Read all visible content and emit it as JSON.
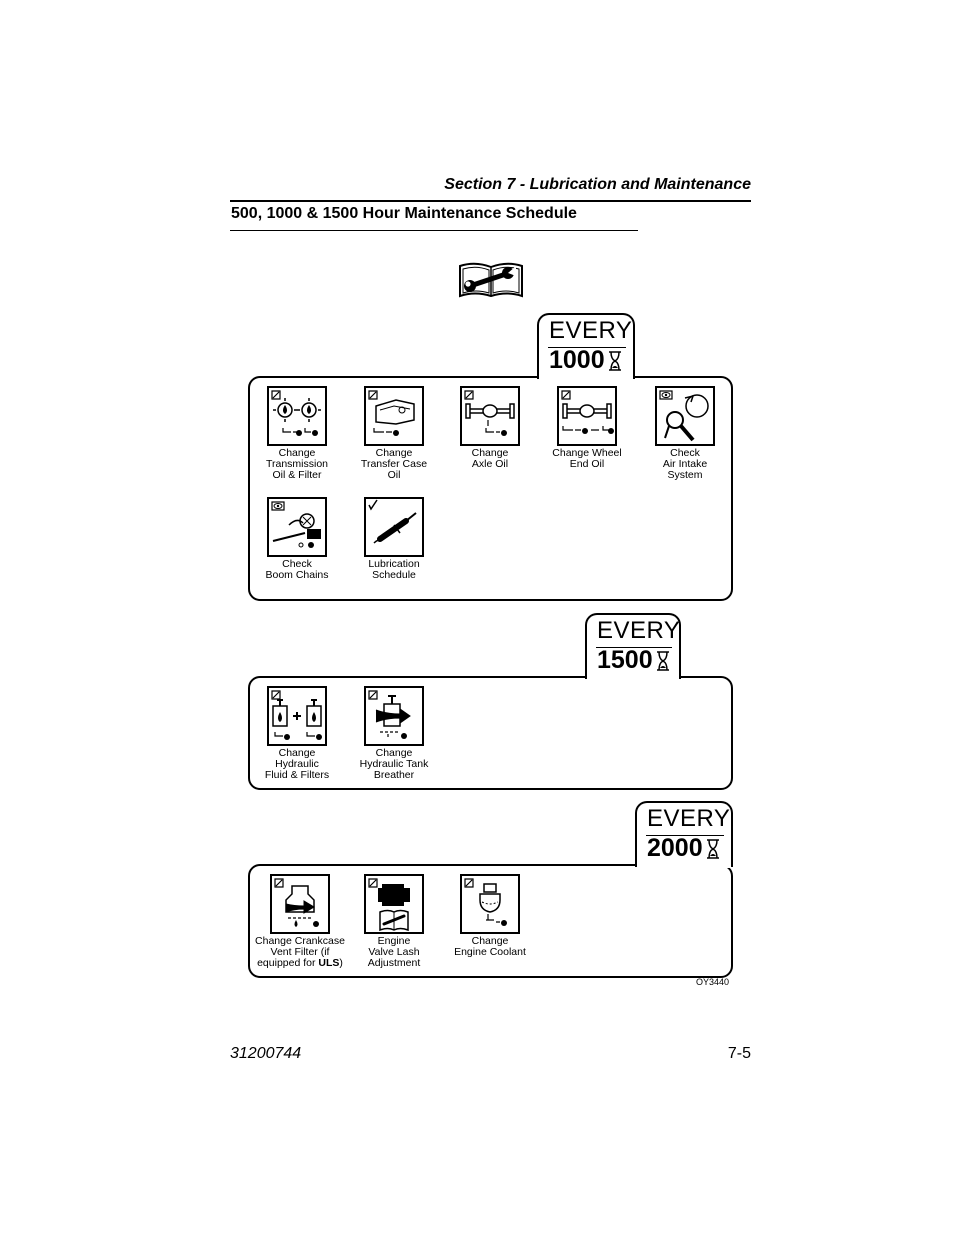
{
  "header": {
    "section": "Section 7 - Lubrication and Maintenance",
    "title": "500, 1000 & 1500 Hour Maintenance Schedule"
  },
  "manual_icon": "manual-wrench-icon",
  "schedules": [
    {
      "every": "EVERY",
      "hours": "1000",
      "tasks": [
        {
          "label": "Change\nTransmission\nOil & Filter",
          "icon": "transmission-oil-filter-icon"
        },
        {
          "label": "Change\nTransfer Case\nOil",
          "icon": "transfer-case-oil-icon"
        },
        {
          "label": "Change\nAxle Oil",
          "icon": "axle-oil-icon"
        },
        {
          "label": "Change Wheel\nEnd Oil",
          "icon": "wheel-end-oil-icon"
        },
        {
          "label": "Check\nAir Intake\nSystem",
          "icon": "air-intake-icon"
        },
        {
          "label": "Check\nBoom Chains",
          "icon": "boom-chains-icon"
        },
        {
          "label": "Lubrication\nSchedule",
          "icon": "grease-gun-icon"
        }
      ]
    },
    {
      "every": "EVERY",
      "hours": "1500",
      "tasks": [
        {
          "label": "Change\nHydraulic\nFluid & Filters",
          "icon": "hydraulic-fluid-filters-icon"
        },
        {
          "label": "Change\nHydraulic Tank\nBreather",
          "icon": "hydraulic-tank-breather-icon"
        }
      ]
    },
    {
      "every": "EVERY",
      "hours": "2000",
      "tasks": [
        {
          "label_pre": "Change Crankcase\nVent Filter (if\nequipped for ",
          "label_bold": "ULS",
          "label_post": ")",
          "icon": "crankcase-vent-filter-icon"
        },
        {
          "label": "Engine\nValve Lash\nAdjustment",
          "icon": "engine-valve-lash-icon"
        },
        {
          "label": "Change\nEngine Coolant",
          "icon": "engine-coolant-icon"
        }
      ]
    }
  ],
  "figure_id": "OY3440",
  "footer": {
    "doc_number": "31200744",
    "page_number": "7-5"
  }
}
